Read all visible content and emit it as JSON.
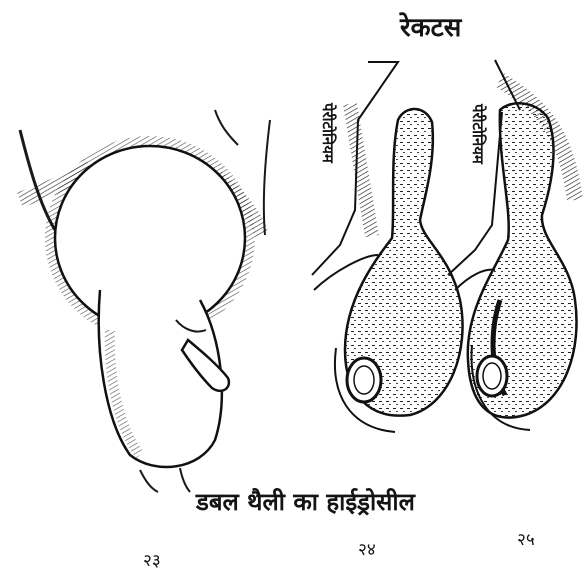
{
  "title": "रेकटस",
  "labels": {
    "left_membrane": "पेरीटोनियम",
    "right_membrane": "पेरीटोनियम"
  },
  "caption": "डबल थैली का हाईड्रोसील",
  "figures": [
    "२३",
    "२४",
    "२५"
  ]
}
